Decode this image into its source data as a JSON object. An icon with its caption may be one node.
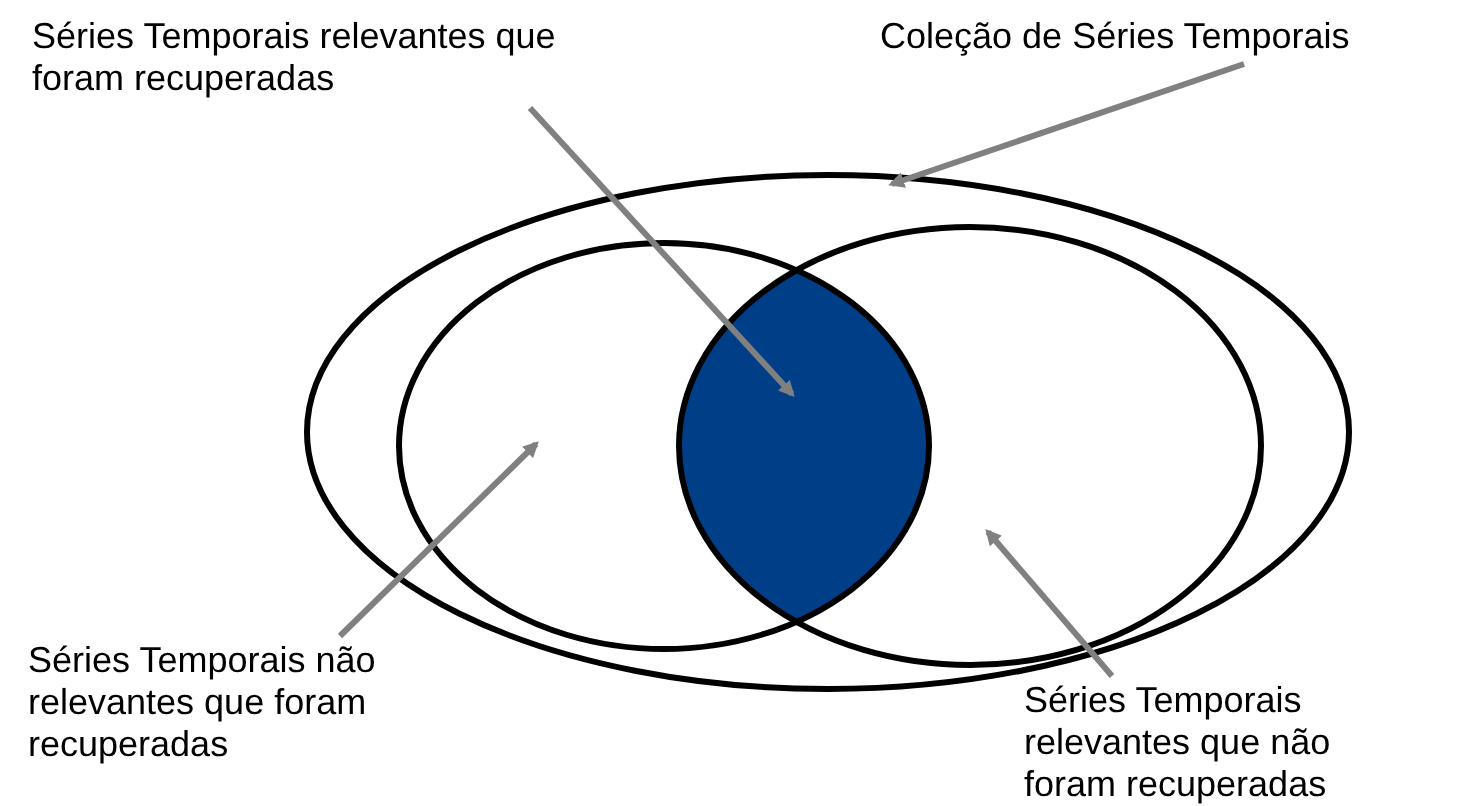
{
  "diagram": {
    "nodes": [
      {
        "text": [
          "Séries Temporais relevantes que foram recuperadas"
        ]
      },
      {
        "text": [
          "Coleção de Séries Temporais"
        ]
      },
      {
        "text": [],
        "shape": "circle"
      },
      {
        "text": [],
        "shape": "circle",
        "in": 2
      },
      {
        "text": [],
        "shape": "circle",
        "in": 2
      },
      {
        "text": [],
        "shape": "lens",
        "in": 2
      },
      {
        "text": [
          "Séries Temporais não relevantes que foram recuperadas"
        ]
      },
      {
        "text": [
          "Séries Temporais relevantes que não foram recuperadas"
        ]
      }
    ],
    "edges": [
      {
        "from": 0,
        "to": 5,
        "arrow": "to"
      },
      {
        "from": 1,
        "to": 2,
        "arrow": "to"
      },
      {
        "from": 6,
        "to": 3,
        "arrow": "to"
      },
      {
        "from": 7,
        "to": 4,
        "arrow": "to"
      }
    ]
  }
}
